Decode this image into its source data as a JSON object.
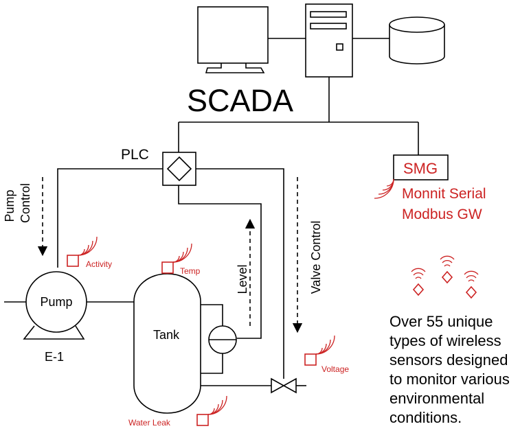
{
  "labels": {
    "scada": "SCADA",
    "plc": "PLC",
    "smg": "SMG",
    "gateway_line1": "Monnit Serial",
    "gateway_line2": "Modbus GW",
    "pump_control_line1": "Pump",
    "pump_control_line2": "Control",
    "valve_control": "Valve Control",
    "level": "Level",
    "pump": "Pump",
    "pump_tag": "E-1",
    "tank": "Tank"
  },
  "sensors": [
    {
      "id": "activity",
      "label": "Activity"
    },
    {
      "id": "temp",
      "label": "Temp"
    },
    {
      "id": "voltage",
      "label": "Voltage"
    },
    {
      "id": "water-leak",
      "label": "Water Leak"
    }
  ],
  "description": {
    "lines": [
      "Over 55 unique",
      "types of wireless",
      "sensors designed",
      "to monitor various",
      "environmental",
      "conditions."
    ]
  },
  "colors": {
    "line": "#000000",
    "sensor": "#cc2222",
    "text_red": "#cc2222"
  }
}
